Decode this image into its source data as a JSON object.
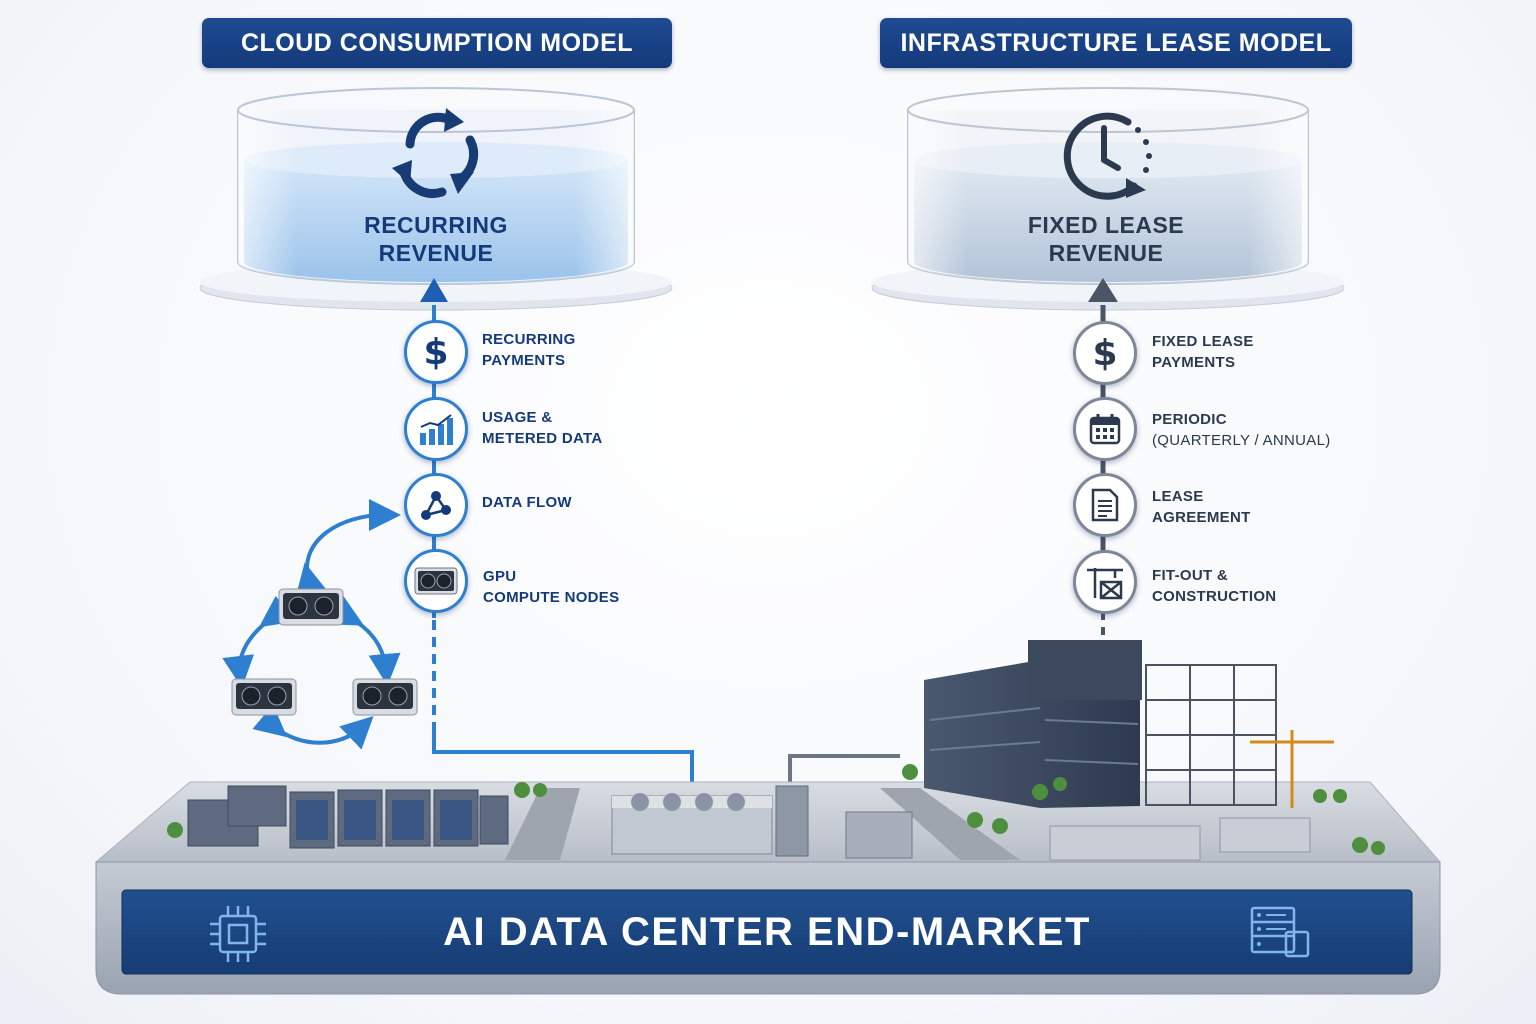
{
  "left_model": {
    "header": "CLOUD CONSUMPTION MODEL",
    "tank_title": [
      "RECURRING",
      "REVENUE"
    ],
    "tank_icon": "recycle-cycle-icon",
    "steps": [
      {
        "icon": "dollar-icon",
        "lines": [
          "RECURRING",
          "PAYMENTS"
        ]
      },
      {
        "icon": "bar-chart-icon",
        "lines": [
          "USAGE &",
          "METERED DATA"
        ]
      },
      {
        "icon": "network-nodes-icon",
        "lines": [
          "DATA FLOW"
        ]
      },
      {
        "icon": "gpu-icon",
        "lines": [
          "GPU",
          "COMPUTE NODES"
        ]
      }
    ]
  },
  "right_model": {
    "header": "INFRASTRUCTURE LEASE MODEL",
    "tank_title": [
      "FIXED LEASE",
      "REVENUE"
    ],
    "tank_icon": "clock-icon",
    "steps": [
      {
        "icon": "dollar-icon",
        "lines": [
          "FIXED LEASE",
          "PAYMENTS"
        ]
      },
      {
        "icon": "calendar-icon",
        "lines": [
          "PERIODIC",
          "(QUARTERLY / ANNUAL)"
        ]
      },
      {
        "icon": "document-icon",
        "lines": [
          "LEASE",
          "AGREEMENT"
        ]
      },
      {
        "icon": "crane-icon",
        "lines": [
          "FIT-OUT &",
          "CONSTRUCTION"
        ]
      }
    ]
  },
  "base": {
    "banner": "AI DATA CENTER END-MARKET",
    "left_icon": "cpu-chip-icon",
    "right_icon": "server-rack-icon"
  },
  "colors": {
    "navy": "#143a7a",
    "accent_blue": "#2f7fd0",
    "gray_dark": "#3b4656",
    "water_blue": "#b9d6f2",
    "water_gray": "#c8d4e2"
  }
}
